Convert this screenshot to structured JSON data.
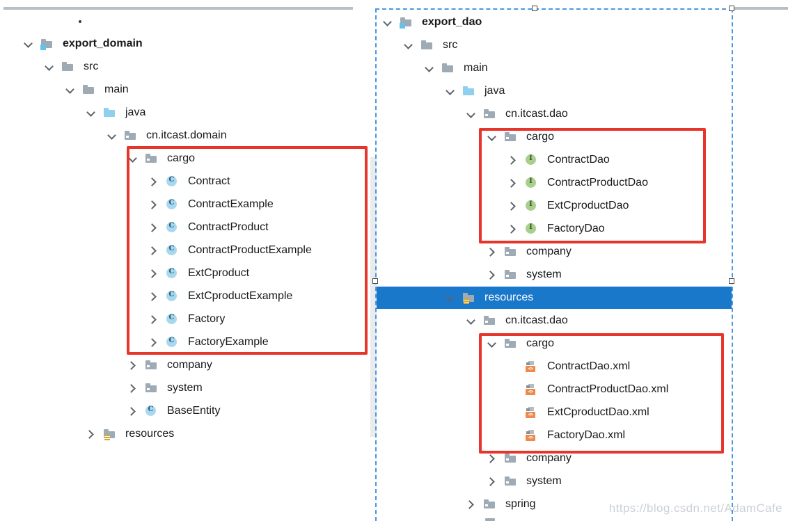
{
  "watermark": {
    "text": "https://blog.csdn.net/AdamCafe"
  },
  "colors": {
    "selection_blue": "#1a78cb",
    "annotation_red": "#e7352c",
    "marquee_blue": "#4a98e2",
    "folder_gray": "#9fabb4",
    "java_folder_blue": "#8ed0ee",
    "class_icon_blue": "#a8d8ef",
    "interface_icon_green": "#a9cf8e",
    "xml_icon_orange": "#ed8a4e",
    "resources_lines_yellow": "#d8a727",
    "project_badge_blue": "#64c2ea"
  },
  "left_tree": {
    "title": "export_domain",
    "rows": [
      {
        "label": "export_domain",
        "level": 0,
        "chevron": "down",
        "icon": "project",
        "bold": true
      },
      {
        "label": "src",
        "level": 1,
        "chevron": "down",
        "icon": "folder"
      },
      {
        "label": "main",
        "level": 2,
        "chevron": "down",
        "icon": "folder"
      },
      {
        "label": "java",
        "level": 3,
        "chevron": "down",
        "icon": "folder-java"
      },
      {
        "label": "cn.itcast.domain",
        "level": 4,
        "chevron": "down",
        "icon": "package"
      },
      {
        "label": "cargo",
        "level": 5,
        "chevron": "down",
        "icon": "package"
      },
      {
        "label": "Contract",
        "level": 6,
        "chevron": "right",
        "icon": "class"
      },
      {
        "label": "ContractExample",
        "level": 6,
        "chevron": "right",
        "icon": "class"
      },
      {
        "label": "ContractProduct",
        "level": 6,
        "chevron": "right",
        "icon": "class"
      },
      {
        "label": "ContractProductExample",
        "level": 6,
        "chevron": "right",
        "icon": "class"
      },
      {
        "label": "ExtCproduct",
        "level": 6,
        "chevron": "right",
        "icon": "class"
      },
      {
        "label": "ExtCproductExample",
        "level": 6,
        "chevron": "right",
        "icon": "class"
      },
      {
        "label": "Factory",
        "level": 6,
        "chevron": "right",
        "icon": "class"
      },
      {
        "label": "FactoryExample",
        "level": 6,
        "chevron": "right",
        "icon": "class"
      },
      {
        "label": "company",
        "level": 5,
        "chevron": "right",
        "icon": "package"
      },
      {
        "label": "system",
        "level": 5,
        "chevron": "right",
        "icon": "package"
      },
      {
        "label": "BaseEntity",
        "level": 5,
        "chevron": "right",
        "icon": "class"
      },
      {
        "label": "resources",
        "level": 3,
        "chevron": "right",
        "icon": "resources"
      }
    ]
  },
  "right_tree": {
    "title": "export_dao",
    "rows": [
      {
        "label": "export_dao",
        "level": 0,
        "chevron": "down",
        "icon": "project",
        "bold": true
      },
      {
        "label": "src",
        "level": 1,
        "chevron": "down",
        "icon": "folder"
      },
      {
        "label": "main",
        "level": 2,
        "chevron": "down",
        "icon": "folder"
      },
      {
        "label": "java",
        "level": 3,
        "chevron": "down",
        "icon": "folder-java"
      },
      {
        "label": "cn.itcast.dao",
        "level": 4,
        "chevron": "down",
        "icon": "package"
      },
      {
        "label": "cargo",
        "level": 5,
        "chevron": "down",
        "icon": "package"
      },
      {
        "label": "ContractDao",
        "level": 6,
        "chevron": "right",
        "icon": "interface"
      },
      {
        "label": "ContractProductDao",
        "level": 6,
        "chevron": "right",
        "icon": "interface"
      },
      {
        "label": "ExtCproductDao",
        "level": 6,
        "chevron": "right",
        "icon": "interface"
      },
      {
        "label": "FactoryDao",
        "level": 6,
        "chevron": "right",
        "icon": "interface"
      },
      {
        "label": "company",
        "level": 5,
        "chevron": "right",
        "icon": "package"
      },
      {
        "label": "system",
        "level": 5,
        "chevron": "right",
        "icon": "package"
      },
      {
        "label": "resources",
        "level": 3,
        "chevron": "down",
        "icon": "resources",
        "selected": true
      },
      {
        "label": "cn.itcast.dao",
        "level": 4,
        "chevron": "down",
        "icon": "package"
      },
      {
        "label": "cargo",
        "level": 5,
        "chevron": "down",
        "icon": "package"
      },
      {
        "label": "ContractDao.xml",
        "level": 6,
        "chevron": null,
        "icon": "xml"
      },
      {
        "label": "ContractProductDao.xml",
        "level": 6,
        "chevron": null,
        "icon": "xml"
      },
      {
        "label": "ExtCproductDao.xml",
        "level": 6,
        "chevron": null,
        "icon": "xml"
      },
      {
        "label": "FactoryDao.xml",
        "level": 6,
        "chevron": null,
        "icon": "xml"
      },
      {
        "label": "company",
        "level": 5,
        "chevron": "right",
        "icon": "package"
      },
      {
        "label": "system",
        "level": 5,
        "chevron": "right",
        "icon": "package"
      },
      {
        "label": "spring",
        "level": 4,
        "chevron": "right",
        "icon": "package"
      }
    ]
  },
  "annotations": {
    "red_box_count": 3,
    "marquee_selection_on_right_capture": true,
    "partial_next_row_visible": true
  }
}
